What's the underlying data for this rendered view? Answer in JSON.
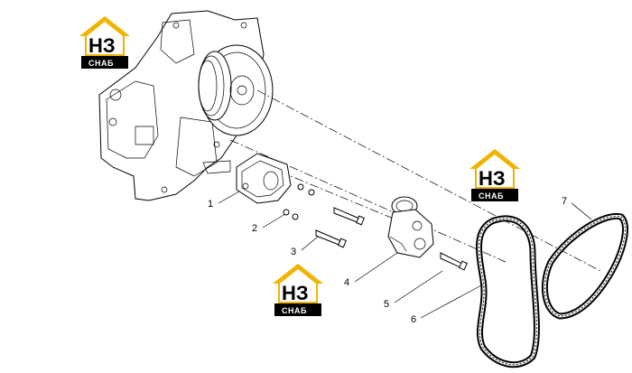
{
  "callouts": [
    {
      "id": "1",
      "label": "1"
    },
    {
      "id": "2",
      "label": "2"
    },
    {
      "id": "3",
      "label": "3"
    },
    {
      "id": "4",
      "label": "4"
    },
    {
      "id": "5",
      "label": "5"
    },
    {
      "id": "6",
      "label": "6"
    },
    {
      "id": "7",
      "label": "7"
    }
  ],
  "watermark": {
    "brand_top": "НЗ",
    "brand_bottom": "СНАБ",
    "colors": {
      "roof": "#f0b400",
      "tag": "#000000"
    }
  }
}
